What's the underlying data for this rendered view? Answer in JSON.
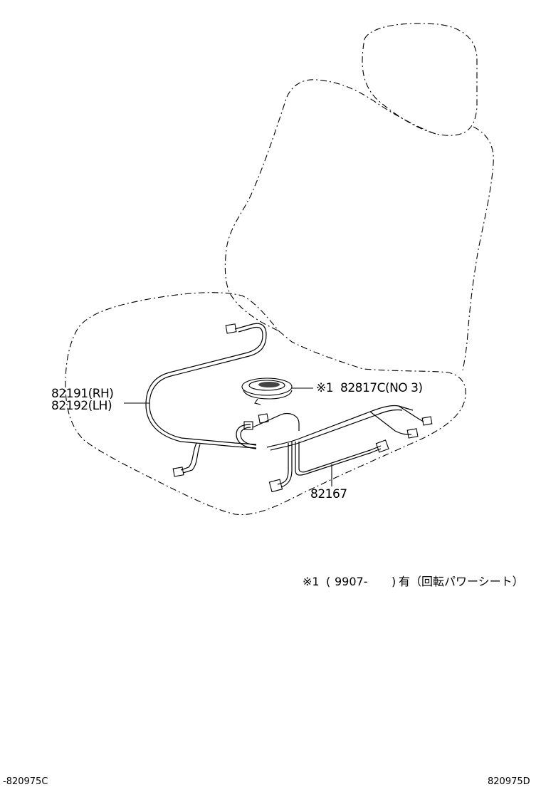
{
  "labels": {
    "harness_rh": "82191(RH)",
    "harness_lh": "82192(LH)",
    "spiral_cable_mark": "※1",
    "spiral_cable_part": "82817C(NO 3)",
    "cushion_harness": "82167"
  },
  "footnote": {
    "mark": "※1",
    "open_paren": "(",
    "date_from": "9907-",
    "close_paren": ")",
    "text": "有（回転パワーシート）"
  },
  "figure_codes": {
    "left": "-820975C",
    "right": "820975D"
  }
}
